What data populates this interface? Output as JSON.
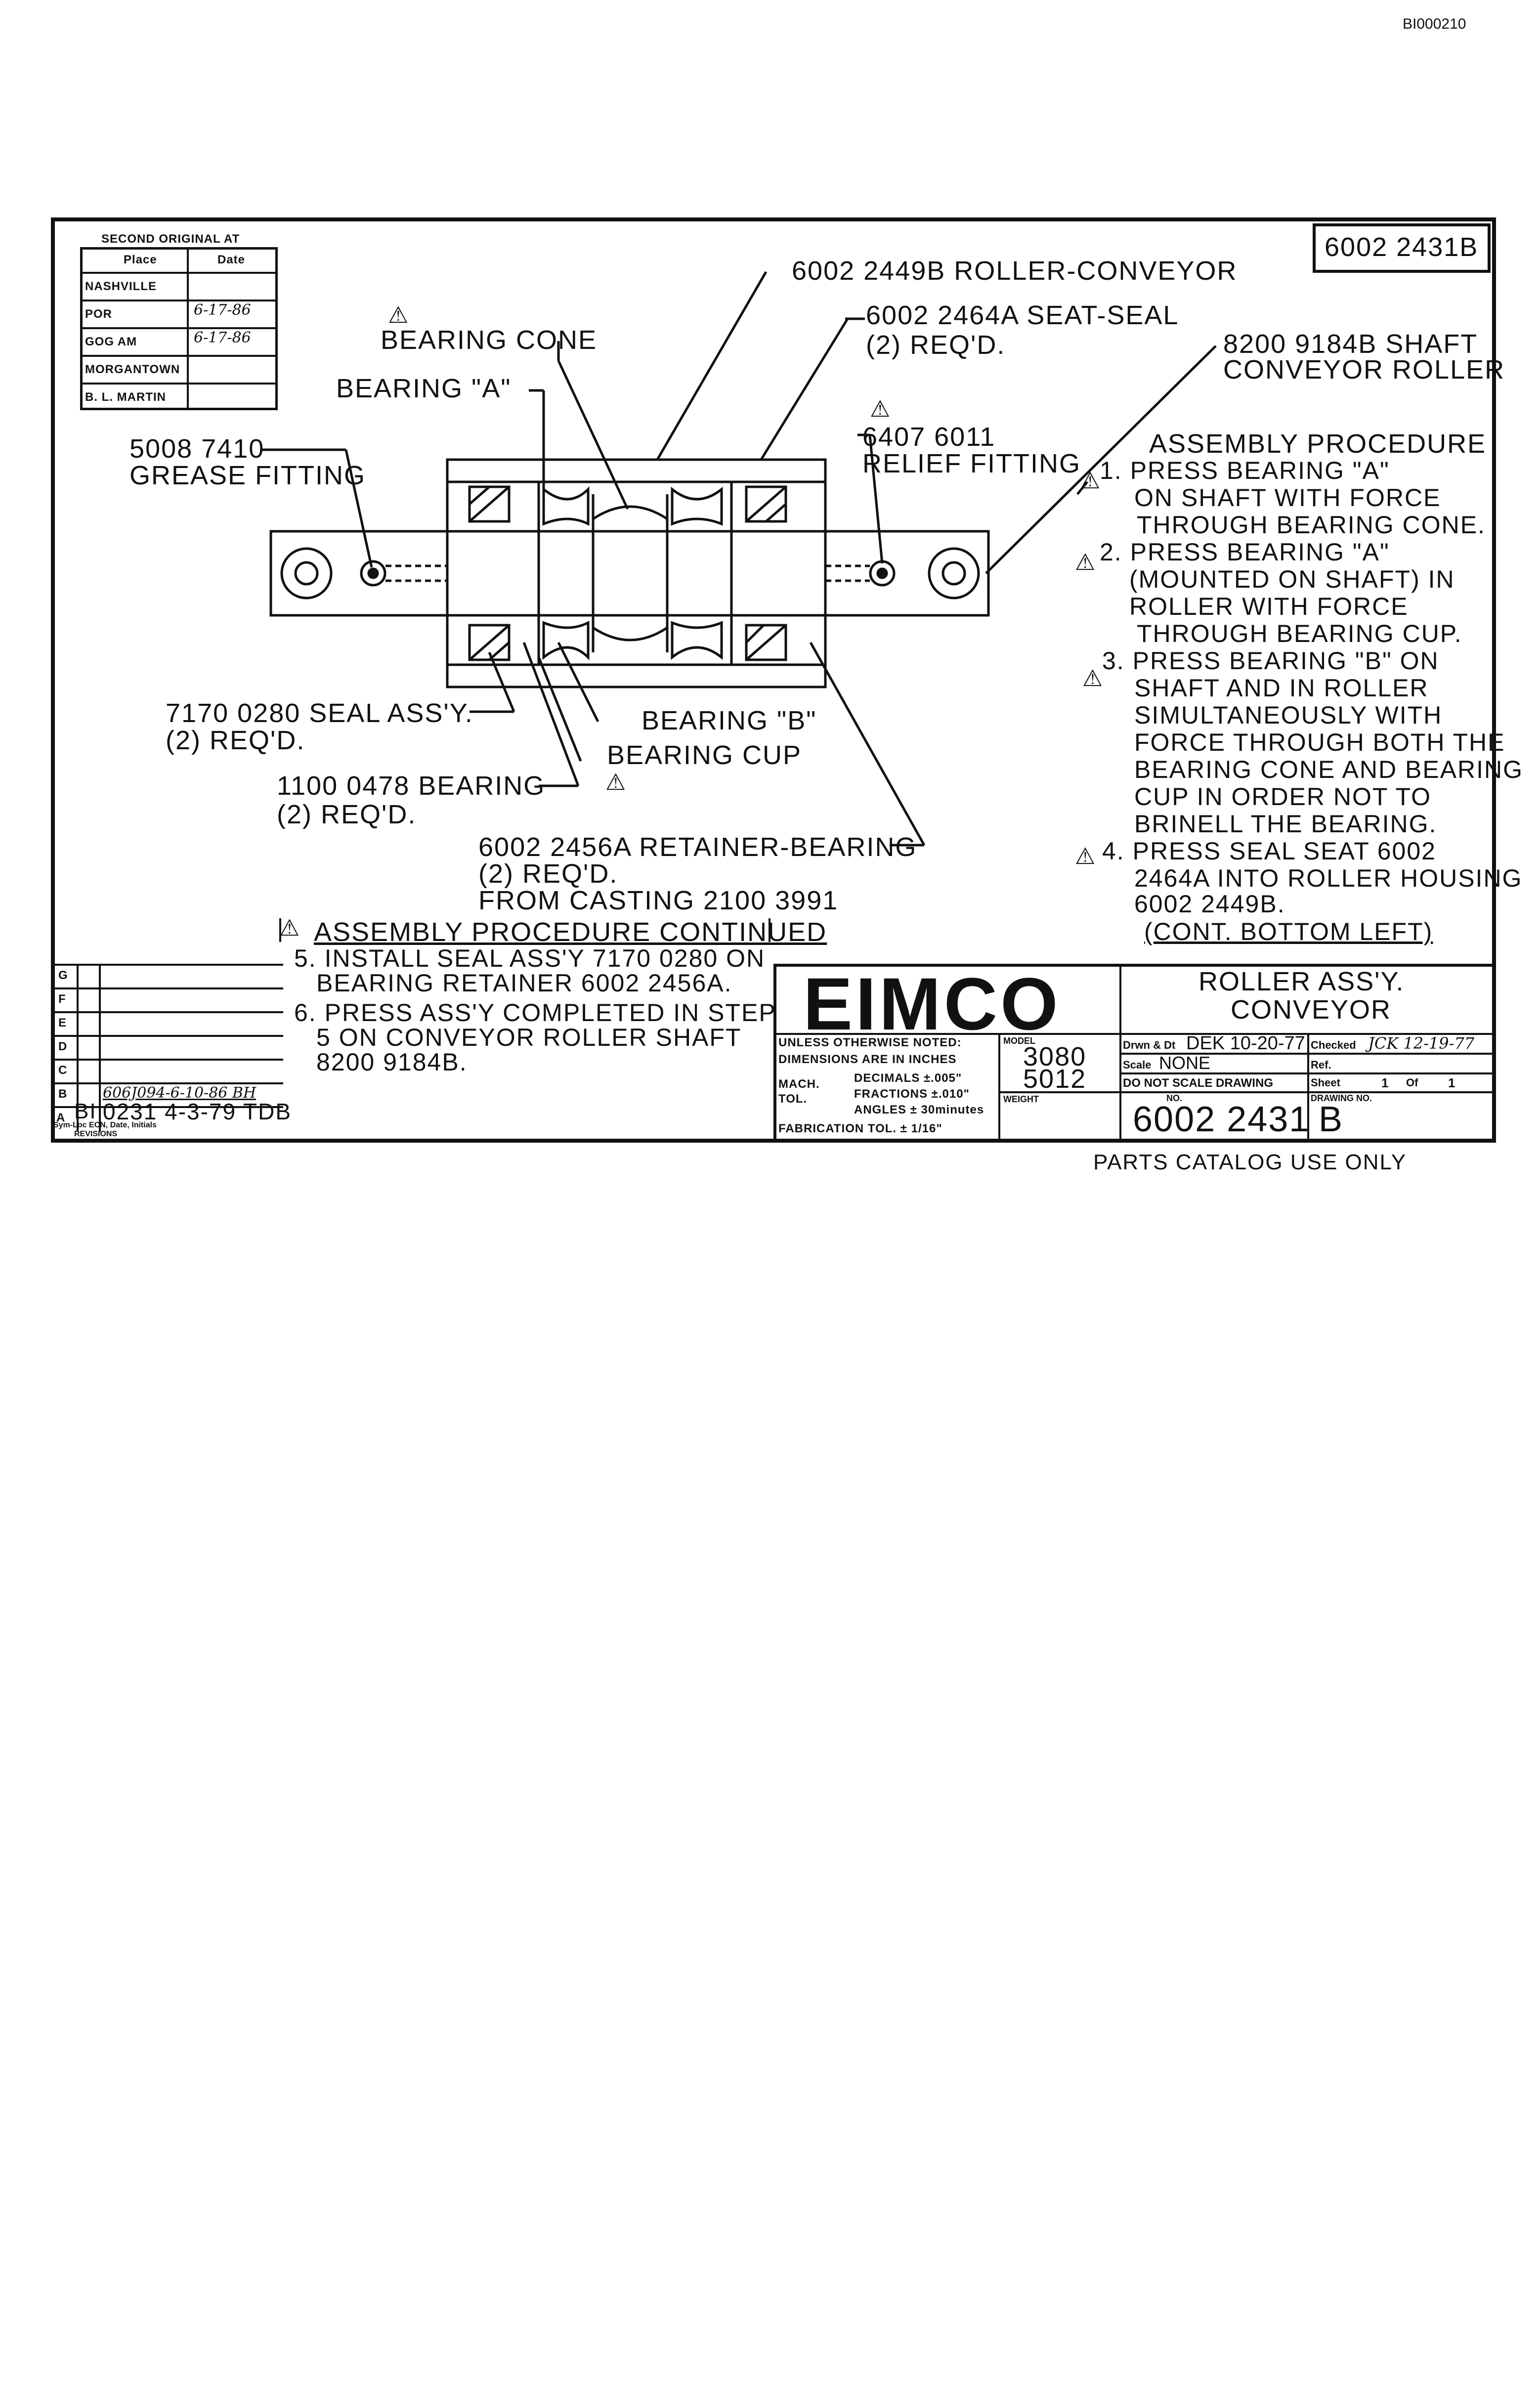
{
  "page_id": "BI000210",
  "drawing_number_box": "6002 2431B",
  "second_original": {
    "header": "SECOND ORIGINAL AT",
    "col_place": "Place",
    "col_date": "Date",
    "rows": [
      {
        "place": "NASHVILLE",
        "date": ""
      },
      {
        "place": "POR",
        "date": "6-17-86"
      },
      {
        "place": "GOG AM",
        "date": "6-17-86"
      },
      {
        "place": "MORGANTOWN",
        "date": ""
      },
      {
        "place": "B. L. MARTIN",
        "date": ""
      }
    ]
  },
  "callouts": {
    "roller_conveyor": "6002 2449B ROLLER-CONVEYOR",
    "seat_seal": "6002 2464A  SEAT-SEAL",
    "seat_seal_qty": "(2)  REQ'D.",
    "shaft_1": "8200 9184B  SHAFT",
    "shaft_2": "CONVEYOR  ROLLER",
    "bearing_cone": "BEARING CONE",
    "bearing_a": "BEARING  \"A\"",
    "grease_1": "5008 7410",
    "grease_2": "GREASE  FITTING",
    "relief_1": "6407 6011",
    "relief_2": "RELIEF  FITTING",
    "seal_assy": "7170 0280  SEAL  ASS'Y.",
    "seal_assy_qty": "(2)  REQ'D.",
    "bearing_b": "BEARING  \"B\"",
    "bearing_cup": "BEARING CUP",
    "bearing_1100": "1100 0478 BEARING",
    "bearing_1100_qty": "(2)  REQ'D.",
    "retainer_1": "6002 2456A  RETAINER-BEARING",
    "retainer_2": "(2)  REQ'D.",
    "retainer_3": "FROM  CASTING  2100 3991"
  },
  "procedure": {
    "title": "ASSEMBLY  PROCEDURE",
    "lines": [
      "1.  PRESS  BEARING  \"A\"",
      "ON  SHAFT  WITH  FORCE",
      "THROUGH  BEARING  CONE.",
      "2.  PRESS  BEARING \"A\"",
      "(MOUNTED  ON  SHAFT)  IN",
      "ROLLER  WITH  FORCE",
      "THROUGH  BEARING  CUP.",
      "3.  PRESS  BEARING \"B\" ON",
      "SHAFT  AND  IN  ROLLER",
      "SIMULTANEOUSLY  WITH",
      "FORCE  THROUGH  BOTH  THE",
      "BEARING  CONE  AND  BEARING",
      "CUP  IN  ORDER  NOT  TO",
      "BRINELL  THE  BEARING.",
      "4.  PRESS  SEAL  SEAT  6002",
      "2464A  INTO  ROLLER  HOUSING",
      "6002 2449B.",
      "(CONT.  BOTTOM  LEFT)"
    ],
    "continued_title": "ASSEMBLY  PROCEDURE  CONTINUED",
    "continued_lines": [
      "5. INSTALL  SEAL  ASS'Y  7170 0280  ON",
      "BEARING  RETAINER  6002 2456A.",
      "6. PRESS  ASS'Y  COMPLETED  IN  STEP",
      "5  ON  CONVEYOR  ROLLER  SHAFT",
      "8200  9184B."
    ]
  },
  "revisions": {
    "letters": [
      "G",
      "F",
      "E",
      "D",
      "C",
      "B",
      "A"
    ],
    "entry_b": "606J094-6-10-86 BH",
    "entry_a_sym": "BI",
    "entry_a": "0231  4-3-79  TDB",
    "footer_1": "Sym-Loc ECN, Date, Initials",
    "footer_2": "REVISIONS"
  },
  "title_block": {
    "company": "EIMCO",
    "title_1": "ROLLER  ASS'Y.",
    "title_2": "CONVEYOR",
    "unless": "UNLESS OTHERWISE NOTED:",
    "dims": "DIMENSIONS ARE IN INCHES",
    "mach": "MACH.",
    "tol": "TOL.",
    "decimals": "DECIMALS ±.005\"",
    "fractions": "FRACTIONS ±.010\"",
    "angles": "ANGLES ± 30minutes",
    "fabrication": "FABRICATION TOL.  ± 1/16\"",
    "model_label": "MODEL",
    "model_1": "3080",
    "model_2": "5012",
    "weight_label": "WEIGHT",
    "drawn_label": "Drwn & Dt",
    "drawn": "DEK  10-20-77",
    "checked_label": "Checked",
    "checked": "JCK  12-19-77",
    "scale_label": "Scale",
    "scale": "NONE",
    "ref_label": "Ref.",
    "no_scale": "DO NOT SCALE DRAWING",
    "sheet_label": "Sheet",
    "sheet": "1",
    "of_label": "Of",
    "of": "1",
    "no_label": "NO.",
    "number": "6002 2431",
    "drawing_no_label": "DRAWING NO.",
    "drawing_rev": "B"
  },
  "parts_catalog": "PARTS  CATALOG  USE  ONLY"
}
